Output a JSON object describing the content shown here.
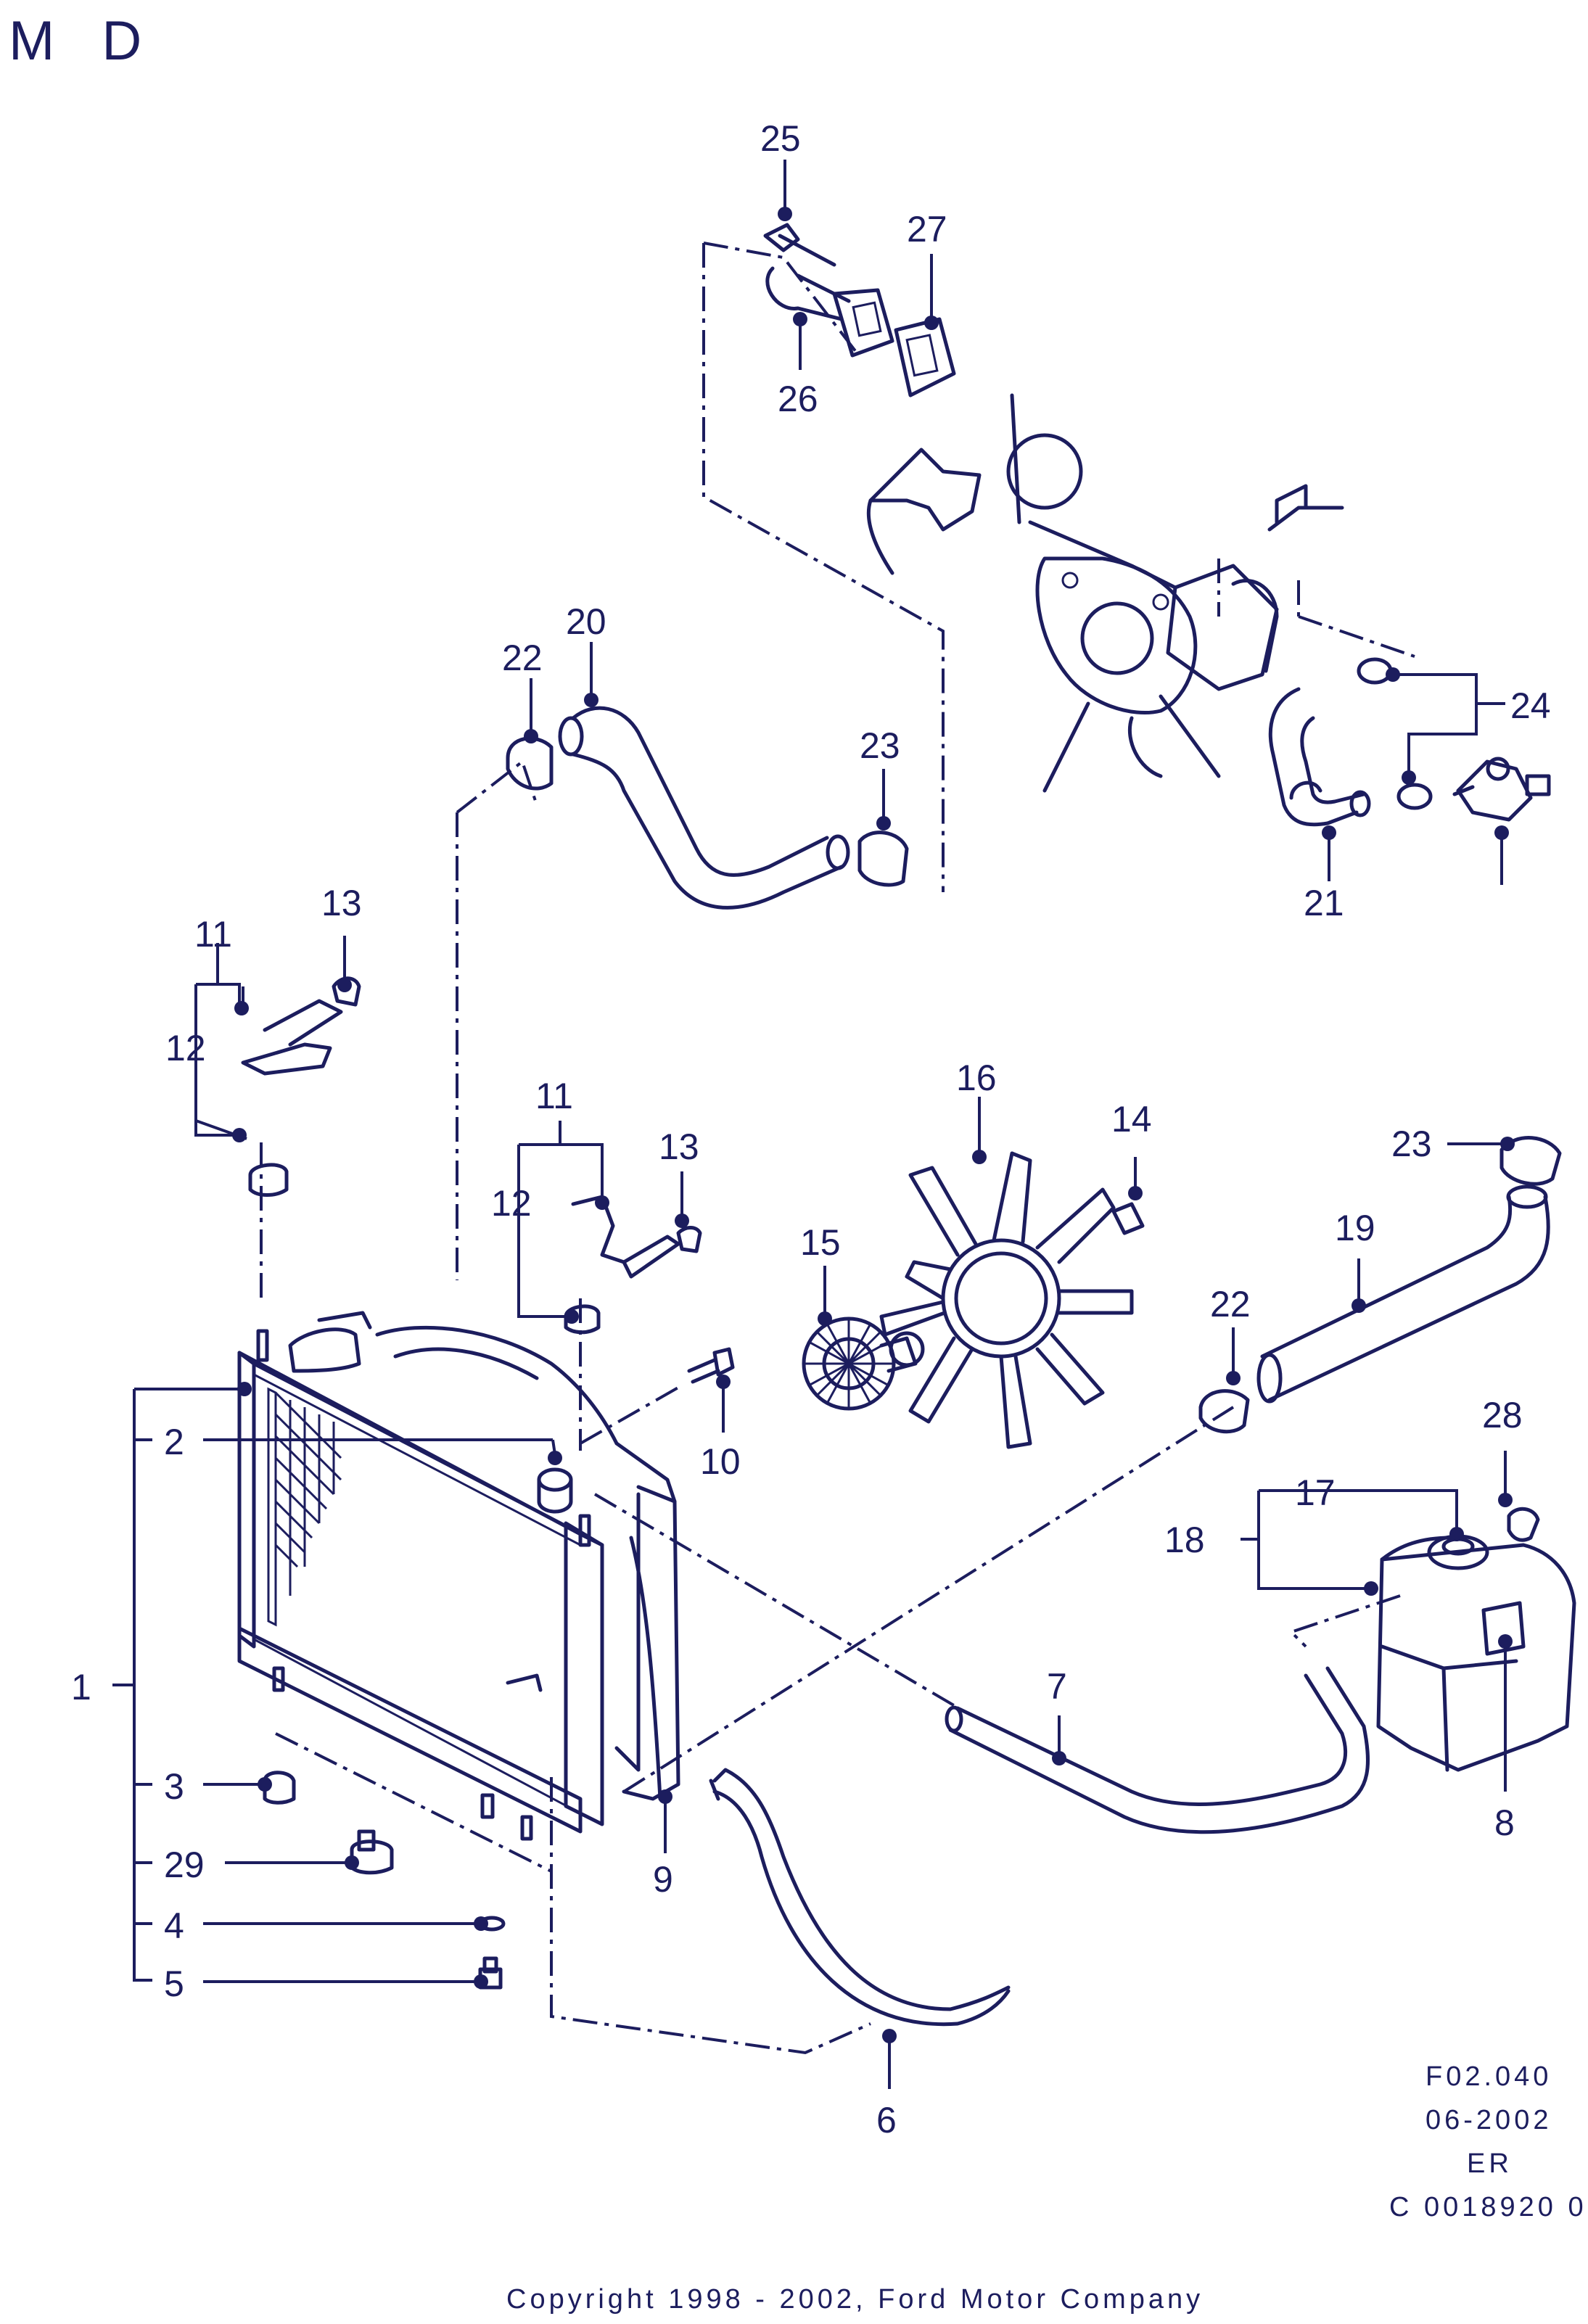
{
  "header": {
    "title": "M D"
  },
  "footer": {
    "figure_code": "F02.040",
    "date": "06-2002",
    "region": "ER",
    "catalog_number": "C 0018920 0",
    "copyright": "Copyright 1998 - 2002, Ford Motor Company"
  },
  "callouts": {
    "c1": "1",
    "c2": "2",
    "c3": "3",
    "c4": "4",
    "c5": "5",
    "c6": "6",
    "c7": "7",
    "c8": "8",
    "c9": "9",
    "c10": "10",
    "c11a": "11",
    "c11b": "11",
    "c12a": "12",
    "c12b": "12",
    "c13a": "13",
    "c13b": "13",
    "c14": "14",
    "c15": "15",
    "c16": "16",
    "c17": "17",
    "c18": "18",
    "c19": "19",
    "c20": "20",
    "c21": "21",
    "c22a": "22",
    "c22b": "22",
    "c23a": "23",
    "c23b": "23",
    "c24": "24",
    "c25": "25",
    "c26": "26",
    "c27": "27",
    "c28": "28",
    "c29": "29"
  }
}
